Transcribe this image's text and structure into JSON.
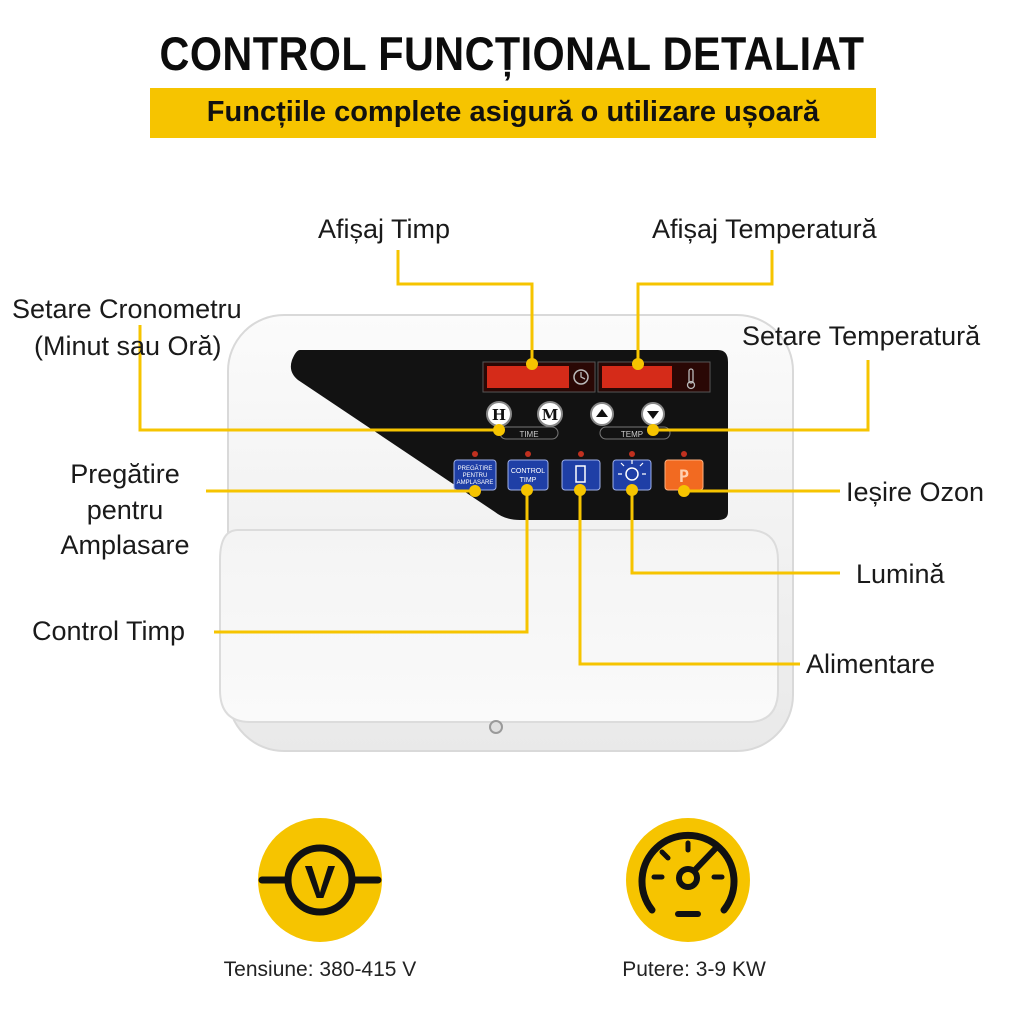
{
  "header": {
    "title": "CONTROL FUNCȚIONAL DETALIAT",
    "subtitle": "Funcțiile complete asigură o utilizare ușoară"
  },
  "callouts": {
    "time_display": "Afișaj Timp",
    "temp_display": "Afișaj Temperatură",
    "timer_setting_line1": "Setare Cronometru",
    "timer_setting_line2": "(Minut sau Oră)",
    "temp_setting": "Setare Temperatură",
    "placement_line1": "Pregătire",
    "placement_line2": "pentru",
    "placement_line3": "Amplasare",
    "ozone_output": "Ieșire Ozon",
    "light": "Lumină",
    "time_control": "Control Timp",
    "power_supply": "Alimentare"
  },
  "panel": {
    "button_h": "H",
    "button_m": "M",
    "time_caption": "TIME",
    "temp_caption": "TEMP",
    "placement_button_line1": "PREGĂTIRE",
    "placement_button_line2": "PENTRU",
    "placement_button_line3": "AMPLASARE",
    "time_control_button_line1": "CONTROL",
    "time_control_button_line2": "TIMP",
    "ozone_button_glyph": "P"
  },
  "specs": {
    "voltage_label": "Tensiune: 380-415 V",
    "voltage_glyph": "V",
    "power_label": "Putere: 3-9 KW"
  },
  "colors": {
    "accent_yellow": "#f6c400",
    "display_red": "#e8301c",
    "panel_black": "#121212",
    "button_blue": "#1f3fa6",
    "button_orange": "#f26a21"
  }
}
